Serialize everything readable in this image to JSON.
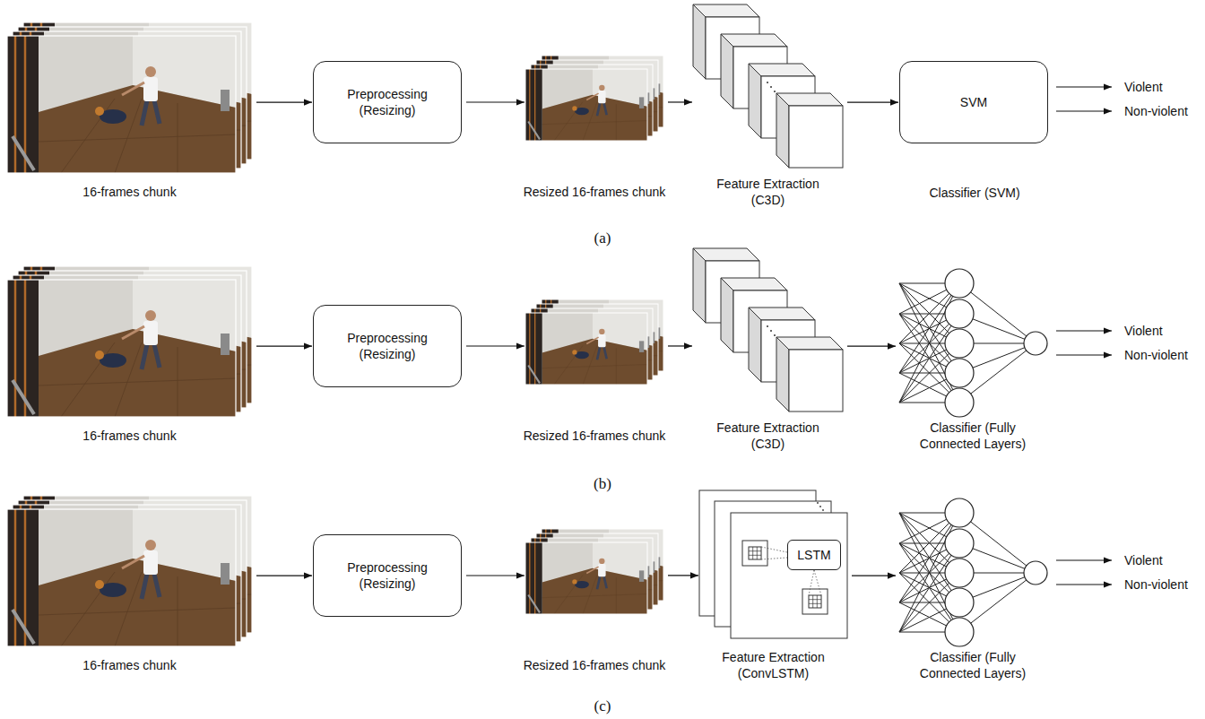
{
  "diagram": {
    "nodes": [
      {
        "text": [
          "16-frames chunk"
        ]
      },
      {
        "text": [
          "Preprocessing (Resizing)"
        ]
      },
      {
        "text": [
          "Resized 16-frames chunk"
        ]
      },
      {
        "text": [
          "Feature Extraction (C3D)"
        ]
      },
      {
        "text": [
          "SVM",
          "Classifier (SVM)"
        ]
      },
      {
        "text": [
          "16-frames chunk"
        ]
      },
      {
        "text": [
          "Preprocessing (Resizing)"
        ]
      },
      {
        "text": [
          "Resized 16-frames chunk"
        ]
      },
      {
        "text": [
          "Feature Extraction (C3D)"
        ]
      },
      {
        "text": [
          "Classifier (Fully Connected Layers)"
        ]
      },
      {
        "text": [
          "16-frames chunk"
        ]
      },
      {
        "text": [
          "Preprocessing (Resizing)"
        ]
      },
      {
        "text": [
          "Resized 16-frames chunk"
        ]
      },
      {
        "text": [
          "Feature Extraction (ConvLSTM)"
        ]
      },
      {
        "text": [
          "LSTM"
        ],
        "in": 13
      },
      {
        "text": [
          "Classifier (Fully Connected Layers)"
        ]
      }
    ],
    "edges": [
      {
        "from": 0,
        "to": 1,
        "arrow": "to"
      },
      {
        "from": 1,
        "to": 2,
        "arrow": "to"
      },
      {
        "from": 2,
        "to": 3,
        "arrow": "to"
      },
      {
        "from": 3,
        "to": 4,
        "arrow": "to"
      },
      {
        "from": 5,
        "to": 6,
        "arrow": "to"
      },
      {
        "from": 6,
        "to": 7,
        "arrow": "to"
      },
      {
        "from": 7,
        "to": 8,
        "arrow": "to"
      },
      {
        "from": 8,
        "to": 9,
        "arrow": "to"
      },
      {
        "from": 10,
        "to": 11,
        "arrow": "to"
      },
      {
        "from": 11,
        "to": 12,
        "arrow": "to"
      },
      {
        "from": 12,
        "to": 13,
        "arrow": "to"
      },
      {
        "from": 13,
        "to": 15,
        "arrow": "to"
      }
    ],
    "labels": [
      "Violent",
      "Non-violent",
      "(a)",
      "Violent",
      "Non-violent",
      "(b)",
      "Violent",
      "Non-violent",
      "(c)"
    ]
  }
}
